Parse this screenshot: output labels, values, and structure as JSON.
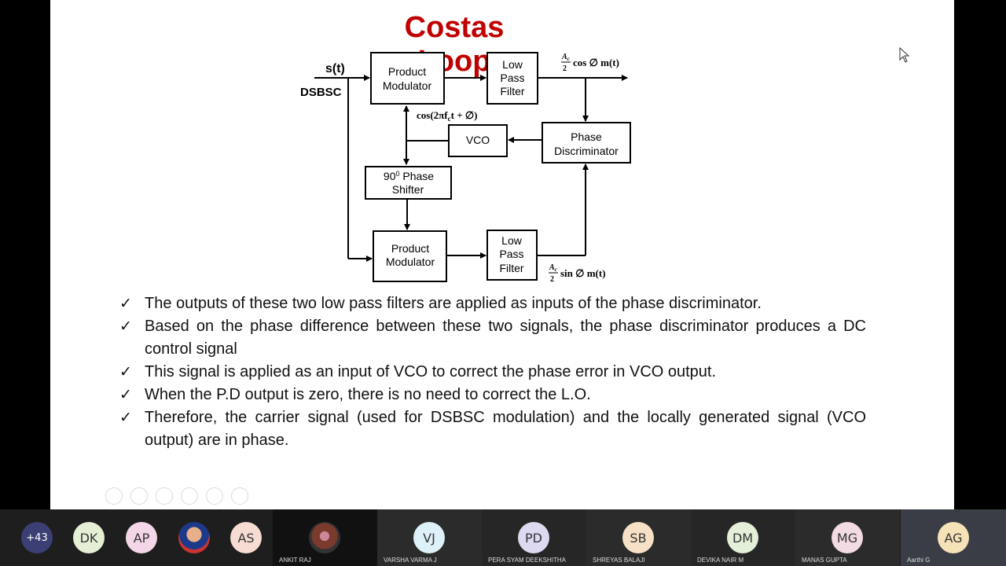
{
  "slide": {
    "title": "Costas Loop",
    "diagram": {
      "input_signal": "s(t)",
      "input_label": "DSBSC",
      "top_product_modulator": [
        "Product",
        "Modulator"
      ],
      "top_lpf": [
        "Low",
        "Pass",
        "Filter"
      ],
      "top_output": "cos ∅ m(t)",
      "carrier_label": "cos(2πf",
      "carrier_label_sub": "c",
      "carrier_label_end": "t + ∅)",
      "vco": "VCO",
      "phase_discriminator": [
        "Phase",
        "Discriminator"
      ],
      "phase_shifter_line1": "90",
      "phase_shifter_sup": "0",
      "phase_shifter_line1_end": " Phase",
      "phase_shifter_line2": "Shifter",
      "bottom_product_modulator": [
        "Product",
        "Modulator"
      ],
      "bottom_lpf": [
        "Low",
        "Pass",
        "Filter"
      ],
      "bottom_output": "sin ∅ m(t)",
      "fraction_num": "A",
      "fraction_num_sub": "c",
      "fraction_den": "2"
    },
    "bullets": [
      "The outputs of these two low pass filters are applied as inputs of the phase discriminator.",
      "Based on the phase difference between these two signals, the phase discriminator produces a DC control signal",
      "This signal is applied as an input of VCO to correct the phase error in VCO output.",
      "When the P.D output is zero, there is no need to correct the L.O.",
      "Therefore, the carrier signal (used for DSBSC modulation) and the locally generated signal (VCO output) are in phase."
    ],
    "check_glyph": "✓"
  },
  "participants": [
    {
      "initials": "+43",
      "name": "",
      "color": "#3b3f73"
    },
    {
      "initials": "DK",
      "name": "",
      "color": "#e6efd6"
    },
    {
      "initials": "AP",
      "name": "",
      "color": "#f3d7e8"
    },
    {
      "initials": "",
      "name": "",
      "color": "#d44"
    },
    {
      "initials": "AS",
      "name": "",
      "color": "#f6dcd2"
    },
    {
      "initials": "",
      "name": "ANKIT RAJ",
      "color": "#7a3b2e"
    },
    {
      "initials": "VJ",
      "name": "VARSHA VARMA J",
      "color": "#dff1f8"
    },
    {
      "initials": "PD",
      "name": "PERA SYAM DEEKSHITHA",
      "color": "#dcd9f1"
    },
    {
      "initials": "SB",
      "name": "SHREYAS BALAJI",
      "color": "#f7e1c6"
    },
    {
      "initials": "DM",
      "name": "DEVIKA NAIR M",
      "color": "#e3efd9"
    },
    {
      "initials": "MG",
      "name": "MANAS GUPTA",
      "color": "#f2dbe3"
    },
    {
      "initials": "AG",
      "name": "Aarthi  G",
      "color": "#f6e2b8"
    }
  ]
}
